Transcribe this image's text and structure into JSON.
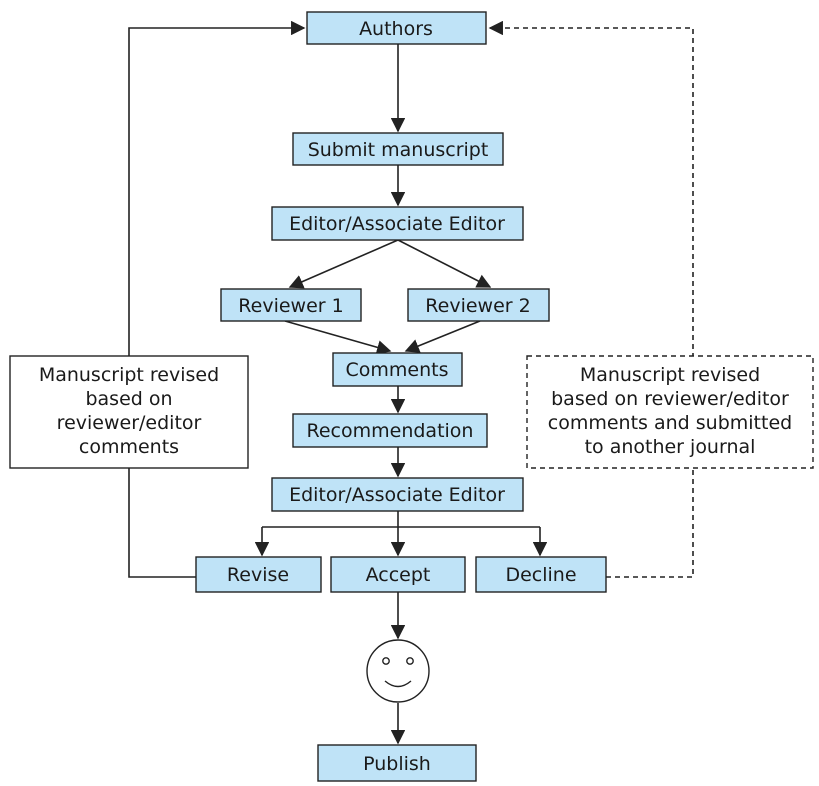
{
  "diagram": {
    "colors": {
      "box_fill": "#bfe3f7",
      "box_stroke": "#222222",
      "line": "#222222",
      "face_fill": "#ffffff"
    },
    "nodes": {
      "authors": "Authors",
      "submit": "Submit manuscript",
      "editor1": "Editor/Associate Editor",
      "reviewer1": "Reviewer 1",
      "reviewer2": "Reviewer 2",
      "comments": "Comments",
      "recommendation": "Recommendation",
      "editor2": "Editor/Associate Editor",
      "revise": "Revise",
      "accept": "Accept",
      "decline": "Decline",
      "publish": "Publish"
    },
    "notes": {
      "revised": [
        "Manuscript revised",
        "based on",
        "reviewer/editor",
        "comments"
      ],
      "another_journal": [
        "Manuscript revised",
        "based on reviewer/editor",
        "comments and submitted",
        "to another journal"
      ]
    },
    "smiley_icon": "smiley-face-icon"
  }
}
